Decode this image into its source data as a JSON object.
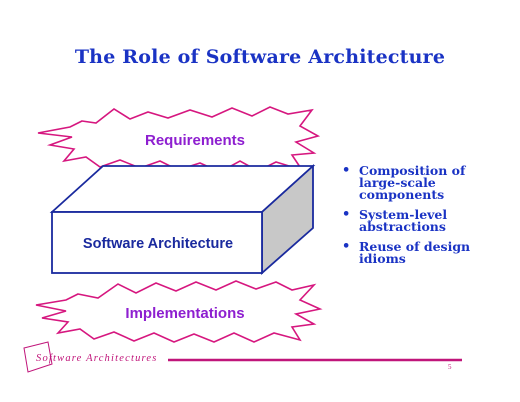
{
  "slide": {
    "title": "The Role of Software Architecture",
    "requirements_label": "Requirements",
    "architecture_label": "Software Architecture",
    "implementations_label": "Implementations",
    "bullets": [
      "Composition of large-scale components",
      "System-level abstractions",
      "Reuse of design idioms"
    ],
    "footer_label": "Software Architectures",
    "page_number": "5"
  },
  "colors": {
    "title_text": "#1a33c4",
    "star_outline": "#d6177f",
    "star_label": "#8e1fd0",
    "box_outline": "#1a2a9e",
    "box_label": "#1a2a9e",
    "box_side_fill": "#c8c8c8",
    "footer": "#c0157a"
  }
}
